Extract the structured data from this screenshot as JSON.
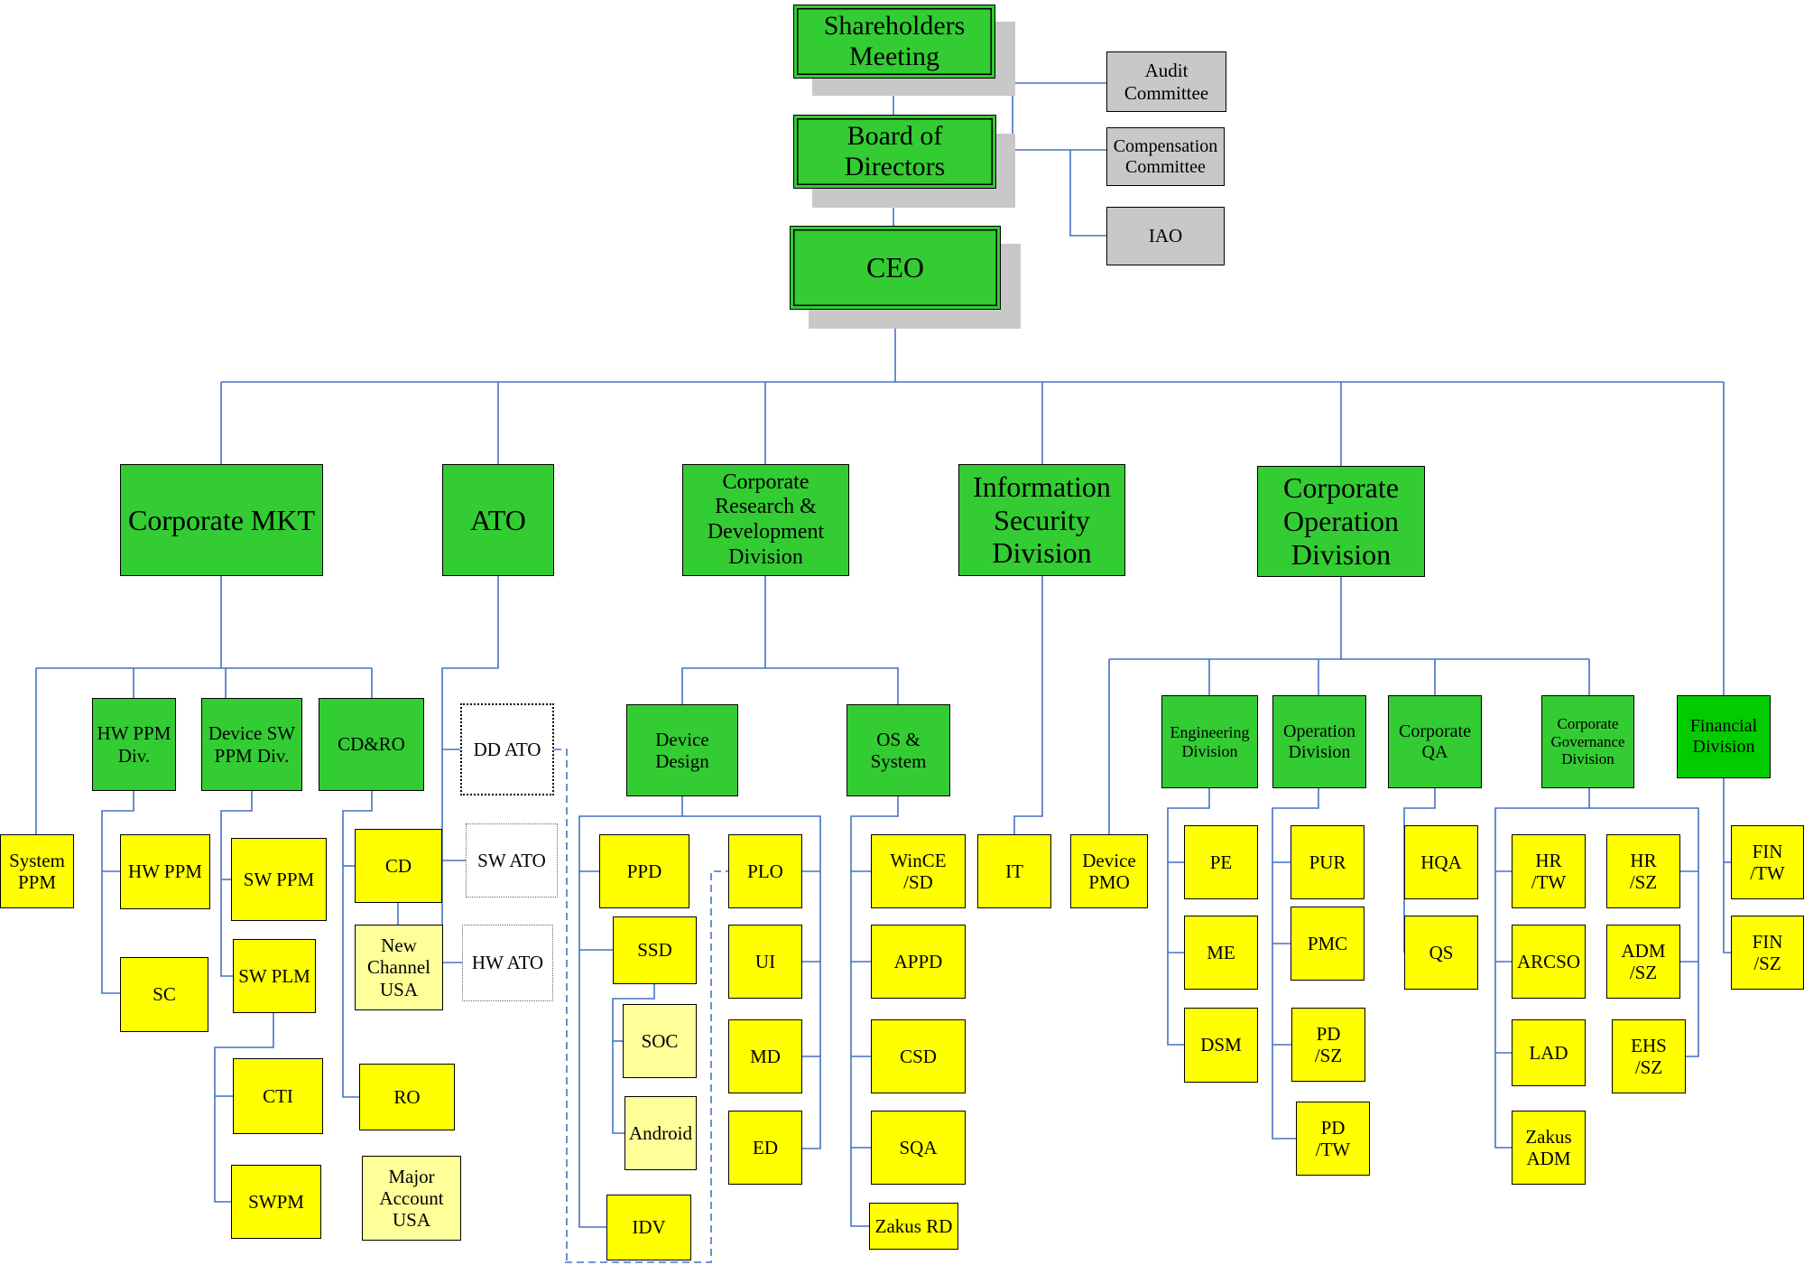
{
  "colors": {
    "green": "#33cc33",
    "financial_green": "#00cc00",
    "yellow": "#ffff00",
    "pale_yellow": "#ffff99",
    "gray": "#c8c8c8",
    "connector_blue": "#4472c4"
  },
  "top": {
    "shareholders": "Shareholders\nMeeting",
    "board": "Board of\nDirectors",
    "ceo": "CEO",
    "audit": "Audit\nCommittee",
    "compensation": "Compensation\nCommittee",
    "iao": "IAO"
  },
  "divisions": {
    "corp_mkt": "Corporate MKT",
    "ato": "ATO",
    "crd": "Corporate\nResearch &\nDevelopment\nDivision",
    "isd": "Information\nSecurity\nDivision",
    "cod": "Corporate\nOperation\nDivision",
    "fin": "Financial\nDivision"
  },
  "mkt": {
    "system_ppm": "System\nPPM",
    "hw_ppm_div": "HW PPM\nDiv.",
    "device_sw_ppm_div": "Device SW\nPPM Div.",
    "cdro": "CD&RO",
    "hw_ppm": "HW PPM",
    "sc": "SC",
    "sw_ppm": "SW PPM",
    "sw_plm": "SW PLM",
    "cti": "CTI",
    "swpm": "SWPM",
    "cd": "CD",
    "new_channel": "New\nChannel\nUSA",
    "ro": "RO",
    "major_account": "Major\nAccount\nUSA"
  },
  "ato_units": {
    "dd_ato": "DD ATO",
    "sw_ato": "SW ATO",
    "hw_ato": "HW ATO"
  },
  "rd": {
    "device_design": "Device\nDesign",
    "os_system": "OS &\nSystem",
    "ppd": "PPD",
    "ssd": "SSD",
    "soc": "SOC",
    "android": "Android",
    "idv": "IDV",
    "plo": "PLO",
    "ui": "UI",
    "md": "MD",
    "ed": "ED",
    "wince": "WinCE\n/SD",
    "appd": "APPD",
    "csd": "CSD",
    "sqa": "SQA",
    "zakus_rd": "Zakus RD"
  },
  "it": "IT",
  "ops": {
    "device_pmo": "Device\nPMO",
    "eng_div": "Engineering\nDivision",
    "op_div": "Operation\nDivision",
    "corp_qa": "Corporate\nQA",
    "gov_div": "Corporate\nGovernance\nDivision",
    "pe": "PE",
    "me": "ME",
    "dsm": "DSM",
    "pur": "PUR",
    "pmc": "PMC",
    "pd_sz": "PD\n/SZ",
    "pd_tw": "PD\n/TW",
    "hqa": "HQA",
    "qs": "QS",
    "hr_tw": "HR\n/TW",
    "arcso": "ARCSO",
    "lad": "LAD",
    "zakus_adm": "Zakus\nADM",
    "hr_sz": "HR\n/SZ",
    "adm_sz": "ADM\n/SZ",
    "ehs_sz": "EHS\n/SZ",
    "fin_tw": "FIN\n/TW",
    "fin_sz": "FIN\n/SZ"
  }
}
